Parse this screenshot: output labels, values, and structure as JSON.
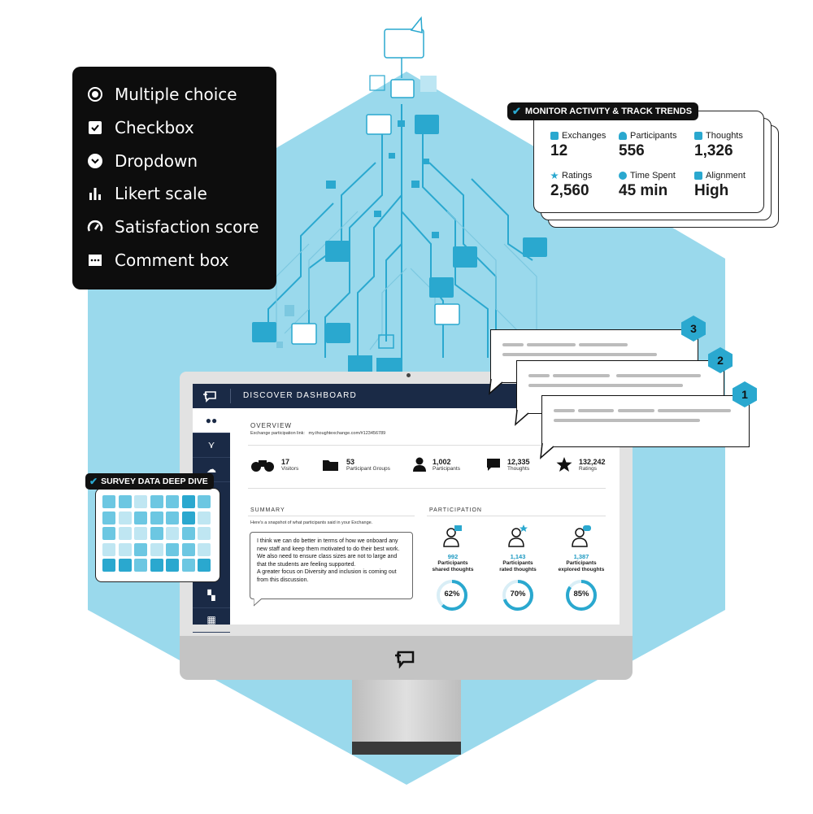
{
  "question_types": [
    {
      "icon": "radio-icon",
      "label": "Multiple choice"
    },
    {
      "icon": "checkbox-icon",
      "label": "Checkbox"
    },
    {
      "icon": "dropdown-icon",
      "label": "Dropdown"
    },
    {
      "icon": "bar-chart-icon",
      "label": "Likert scale"
    },
    {
      "icon": "gauge-icon",
      "label": "Satisfaction score"
    },
    {
      "icon": "comment-icon",
      "label": "Comment box"
    }
  ],
  "monitor_card": {
    "badge": "MONITOR ACTIVITY & TRACK TRENDS",
    "stats": [
      {
        "label": "Exchanges",
        "value": "12"
      },
      {
        "label": "Participants",
        "value": "556"
      },
      {
        "label": "Thoughts",
        "value": "1,326"
      },
      {
        "label": "Ratings",
        "value": "2,560"
      },
      {
        "label": "Time Spent",
        "value": "45 min"
      },
      {
        "label": "Alignment",
        "value": "High"
      }
    ]
  },
  "ranked_bubbles": [
    "3",
    "2",
    "1"
  ],
  "survey_card": {
    "badge": "SURVEY DATA DEEP DIVE",
    "colors": {
      "dark": "#2aa8cf",
      "mid": "#6cc7e2",
      "light": "#bfe6f2"
    },
    "cells": [
      [
        "mid",
        "mid",
        "light",
        "mid",
        "mid",
        "dark",
        "mid"
      ],
      [
        "mid",
        "light",
        "mid",
        "mid",
        "mid",
        "dark",
        "light"
      ],
      [
        "mid",
        "light",
        "light",
        "mid",
        "light",
        "mid",
        "light"
      ],
      [
        "light",
        "light",
        "mid",
        "light",
        "mid",
        "mid",
        "light"
      ],
      [
        "dark",
        "dark",
        "mid",
        "dark",
        "dark",
        "mid",
        "dark"
      ]
    ]
  },
  "dashboard": {
    "title": "DISCOVER DASHBOARD",
    "overview_title": "OVERVIEW",
    "link_label": "Exchange participation link:",
    "link_value": "my.thoughtexchange.com/#123456789",
    "kpis": [
      {
        "icon": "binoculars-icon",
        "value": "17",
        "label": "Visitors"
      },
      {
        "icon": "folder-icon",
        "value": "53",
        "label": "Participant Groups"
      },
      {
        "icon": "person-icon",
        "value": "1,002",
        "label": "Participants"
      },
      {
        "icon": "speech-icon",
        "value": "12,335",
        "label": "Thoughts"
      },
      {
        "icon": "star-icon",
        "value": "132,242",
        "label": "Ratings"
      }
    ],
    "summary": {
      "title": "SUMMARY",
      "subtitle": "Here's a snapshot of what participants said in your Exchange.",
      "text": "I think we can do better in terms of how we onboard any new staff and keep them motivated to do their best work. We also need to ensure class sizes are not to large and that the students are feeling supported.\nA greater focus on Diversity and inclusion is coming out from this discussion."
    },
    "participation": {
      "title": "PARTICIPATION",
      "items": [
        {
          "value": "992",
          "line1": "Participants",
          "line2": "shared thoughts",
          "percent_label": "62%",
          "percent": 62
        },
        {
          "value": "1,143",
          "line1": "Participants",
          "line2": "rated thoughts",
          "percent_label": "70%",
          "percent": 70
        },
        {
          "value": "1,387",
          "line1": "Participants",
          "line2": "explored thoughts",
          "percent_label": "85%",
          "percent": 85
        }
      ]
    }
  }
}
